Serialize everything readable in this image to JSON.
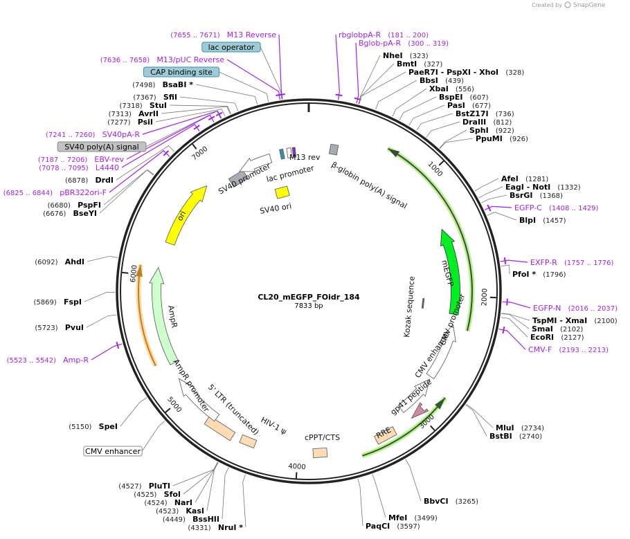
{
  "header": {
    "created_by": "Created by",
    "brand": "SnapGene"
  },
  "plasmid": {
    "name": "CL20_mEGFP_FOidr_184",
    "length_label": "7833 bp",
    "length": 7833
  },
  "ticks": [
    "1000",
    "2000",
    "3000",
    "4000",
    "5000",
    "6000",
    "7000"
  ],
  "colors": {
    "primer": "#a020f0",
    "ring": "#222222",
    "ori": "#ffff00",
    "egfp": "#00ee22",
    "amp": "#ccffcc",
    "ltr": "#ffdcb4",
    "box_blue": "#9ecbd6",
    "box_gray": "#bfc1c3"
  },
  "sites": [
    {
      "kind": "primer",
      "name": "M13 Reverse",
      "pos": "(7655 .. 7671)",
      "bp": 7663
    },
    {
      "kind": "box-blue",
      "name": "lac operator"
    },
    {
      "kind": "primer",
      "name": "M13/pUC Reverse",
      "pos": "(7636 .. 7658)",
      "bp": 7647
    },
    {
      "kind": "box-blue",
      "name": "CAP binding site"
    },
    {
      "kind": "enzyme",
      "name": "BsaBI *",
      "pos": "(7498)",
      "bp": 7498
    },
    {
      "kind": "enzyme",
      "name": "SfiI",
      "pos": "(7367)",
      "bp": 7367
    },
    {
      "kind": "enzyme",
      "name": "StuI",
      "pos": "(7318)",
      "bp": 7318
    },
    {
      "kind": "enzyme",
      "name": "AvrII",
      "pos": "(7313)",
      "bp": 7313
    },
    {
      "kind": "enzyme",
      "name": "PsiI",
      "pos": "(7277)",
      "bp": 7277
    },
    {
      "kind": "primer",
      "name": "SV40pA-R",
      "pos": "(7241 .. 7260)",
      "bp": 7250
    },
    {
      "kind": "box-gray",
      "name": "SV40 poly(A) signal"
    },
    {
      "kind": "primer",
      "name": "EBV-rev",
      "pos": "(7187 .. 7206)",
      "bp": 7196
    },
    {
      "kind": "primer",
      "name": "L4440",
      "pos": "(7078 .. 7095)",
      "bp": 7086
    },
    {
      "kind": "enzyme",
      "name": "DrdI",
      "pos": "(6878)",
      "bp": 6878
    },
    {
      "kind": "primer",
      "name": "pBR322ori-F",
      "pos": "(6825 .. 6844)",
      "bp": 6834
    },
    {
      "kind": "enzyme",
      "name": "PspFI",
      "pos": "(6680)",
      "bp": 6680
    },
    {
      "kind": "enzyme",
      "name": "BseYI",
      "pos": "(6676)",
      "bp": 6676
    },
    {
      "kind": "enzyme",
      "name": "AhdI",
      "pos": "(6092)",
      "bp": 6092
    },
    {
      "kind": "enzyme",
      "name": "FspI",
      "pos": "(5869)",
      "bp": 5869
    },
    {
      "kind": "enzyme",
      "name": "PvuI",
      "pos": "(5723)",
      "bp": 5723
    },
    {
      "kind": "primer",
      "name": "Amp-R",
      "pos": "(5523 .. 5542)",
      "bp": 5532
    },
    {
      "kind": "enzyme",
      "name": "SpeI",
      "pos": "(5150)",
      "bp": 5150
    },
    {
      "kind": "box-white",
      "name": "CMV enhancer"
    },
    {
      "kind": "enzyme",
      "name": "PluTI",
      "pos": "(4527)",
      "bp": 4527
    },
    {
      "kind": "enzyme",
      "name": "SfoI",
      "pos": "(4525)",
      "bp": 4525
    },
    {
      "kind": "enzyme",
      "name": "NarI",
      "pos": "(4524)",
      "bp": 4524
    },
    {
      "kind": "enzyme",
      "name": "KasI",
      "pos": "(4523)",
      "bp": 4523
    },
    {
      "kind": "enzyme",
      "name": "BssHII",
      "pos": "(4449)",
      "bp": 4449
    },
    {
      "kind": "enzyme",
      "name": "NruI *",
      "pos": "(4331)",
      "bp": 4331
    },
    {
      "kind": "primer",
      "name": "rbglobpA-R",
      "pos": "(181 .. 200)",
      "bp": 190
    },
    {
      "kind": "primer",
      "name": "Bglob-pA-R",
      "pos": "(300 .. 319)",
      "bp": 310
    },
    {
      "kind": "enzyme",
      "name": "NheI",
      "pos": "(323)",
      "bp": 323
    },
    {
      "kind": "enzyme",
      "name": "BmtI",
      "pos": "(327)",
      "bp": 327
    },
    {
      "kind": "enzyme",
      "name": "PaeR7I  - PspXI  - XhoI",
      "pos": "(328)",
      "bp": 328
    },
    {
      "kind": "enzyme",
      "name": "BbsI",
      "pos": "(439)",
      "bp": 439
    },
    {
      "kind": "enzyme",
      "name": "XbaI",
      "pos": "(556)",
      "bp": 556
    },
    {
      "kind": "enzyme",
      "name": "BspEI",
      "pos": "(607)",
      "bp": 607
    },
    {
      "kind": "enzyme",
      "name": "PasI",
      "pos": "(677)",
      "bp": 677
    },
    {
      "kind": "enzyme",
      "name": "BstZ17I",
      "pos": "(736)",
      "bp": 736
    },
    {
      "kind": "enzyme",
      "name": "DraIII",
      "pos": "(812)",
      "bp": 812
    },
    {
      "kind": "enzyme",
      "name": "SphI",
      "pos": "(922)",
      "bp": 922
    },
    {
      "kind": "enzyme",
      "name": "PpuMI",
      "pos": "(926)",
      "bp": 926
    },
    {
      "kind": "enzyme",
      "name": "AfeI",
      "pos": "(1281)",
      "bp": 1281
    },
    {
      "kind": "enzyme",
      "name": "EagI  - NotI",
      "pos": "(1332)",
      "bp": 1332
    },
    {
      "kind": "enzyme",
      "name": "BsrGI",
      "pos": "(1368)",
      "bp": 1368
    },
    {
      "kind": "primer",
      "name": "EGFP-C",
      "pos": "(1408 .. 1429)",
      "bp": 1418
    },
    {
      "kind": "enzyme",
      "name": "BlpI",
      "pos": "(1457)",
      "bp": 1457
    },
    {
      "kind": "primer",
      "name": "EXFP-R",
      "pos": "(1757 .. 1776)",
      "bp": 1766
    },
    {
      "kind": "enzyme",
      "name": "PfoI *",
      "pos": "(1796)",
      "bp": 1796
    },
    {
      "kind": "primer",
      "name": "EGFP-N",
      "pos": "(2016 .. 2037)",
      "bp": 2026
    },
    {
      "kind": "enzyme",
      "name": "TspMI  - XmaI",
      "pos": "(2100)",
      "bp": 2100
    },
    {
      "kind": "enzyme",
      "name": "SmaI",
      "pos": "(2102)",
      "bp": 2102
    },
    {
      "kind": "enzyme",
      "name": "EcoRI",
      "pos": "(2127)",
      "bp": 2127
    },
    {
      "kind": "primer",
      "name": "CMV-F",
      "pos": "(2193 .. 2213)",
      "bp": 2203
    },
    {
      "kind": "enzyme",
      "name": "MluI",
      "pos": "(2734)",
      "bp": 2734
    },
    {
      "kind": "enzyme",
      "name": "BstBI",
      "pos": "(2740)",
      "bp": 2740
    },
    {
      "kind": "enzyme",
      "name": "BbvCI",
      "pos": "(3265)",
      "bp": 3265
    },
    {
      "kind": "enzyme",
      "name": "MfeI",
      "pos": "(3499)",
      "bp": 3499
    },
    {
      "kind": "enzyme",
      "name": "PaqCI",
      "pos": "(3597)",
      "bp": 3597
    }
  ],
  "features": {
    "sv40_promoter": "SV40 promoter",
    "lac_promoter": "lac promoter",
    "m13_rev": "M13 rev",
    "bglobin": "β-globin poly(A) signal",
    "sv40_ori": "SV40 ori",
    "ori": "ori",
    "megfp": "mEGFP",
    "kozak": "Kozak sequence",
    "cmv_promoter": "CMV promoter",
    "cmv_enhancer": "CMV enhancer",
    "gp41": "gp41 peptide",
    "rre": "RRE",
    "cppt": "cPPT/CTS",
    "hiv_psi": "HIV-1 ψ",
    "ltr": "5' LTR (truncated)",
    "ampr_promoter": "AmpR promoter",
    "ampr": "AmpR"
  }
}
